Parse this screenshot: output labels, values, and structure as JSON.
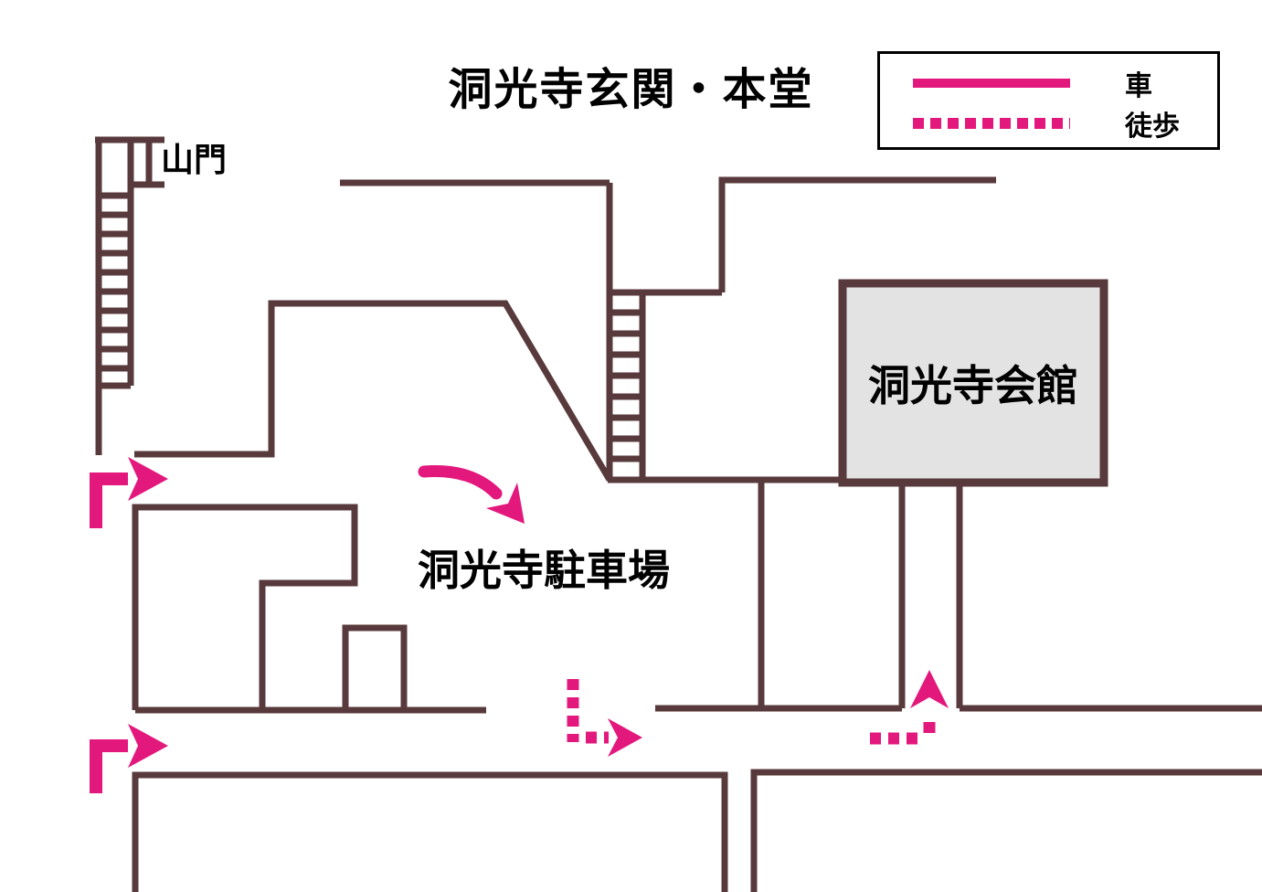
{
  "title": "洞光寺玄関・本堂",
  "labels": {
    "gate": "山門",
    "parking": "洞光寺駐車場",
    "hall": "洞光寺会館"
  },
  "legend": {
    "items": [
      {
        "style": "solid",
        "label": "車"
      },
      {
        "style": "dotted",
        "label": "徒歩"
      }
    ]
  },
  "colors": {
    "route_pink": "#e3187d",
    "line_maroon": "#583a3c",
    "building_fill": "#e3e3e3",
    "legend_border": "#000000",
    "text_black": "#000000"
  }
}
